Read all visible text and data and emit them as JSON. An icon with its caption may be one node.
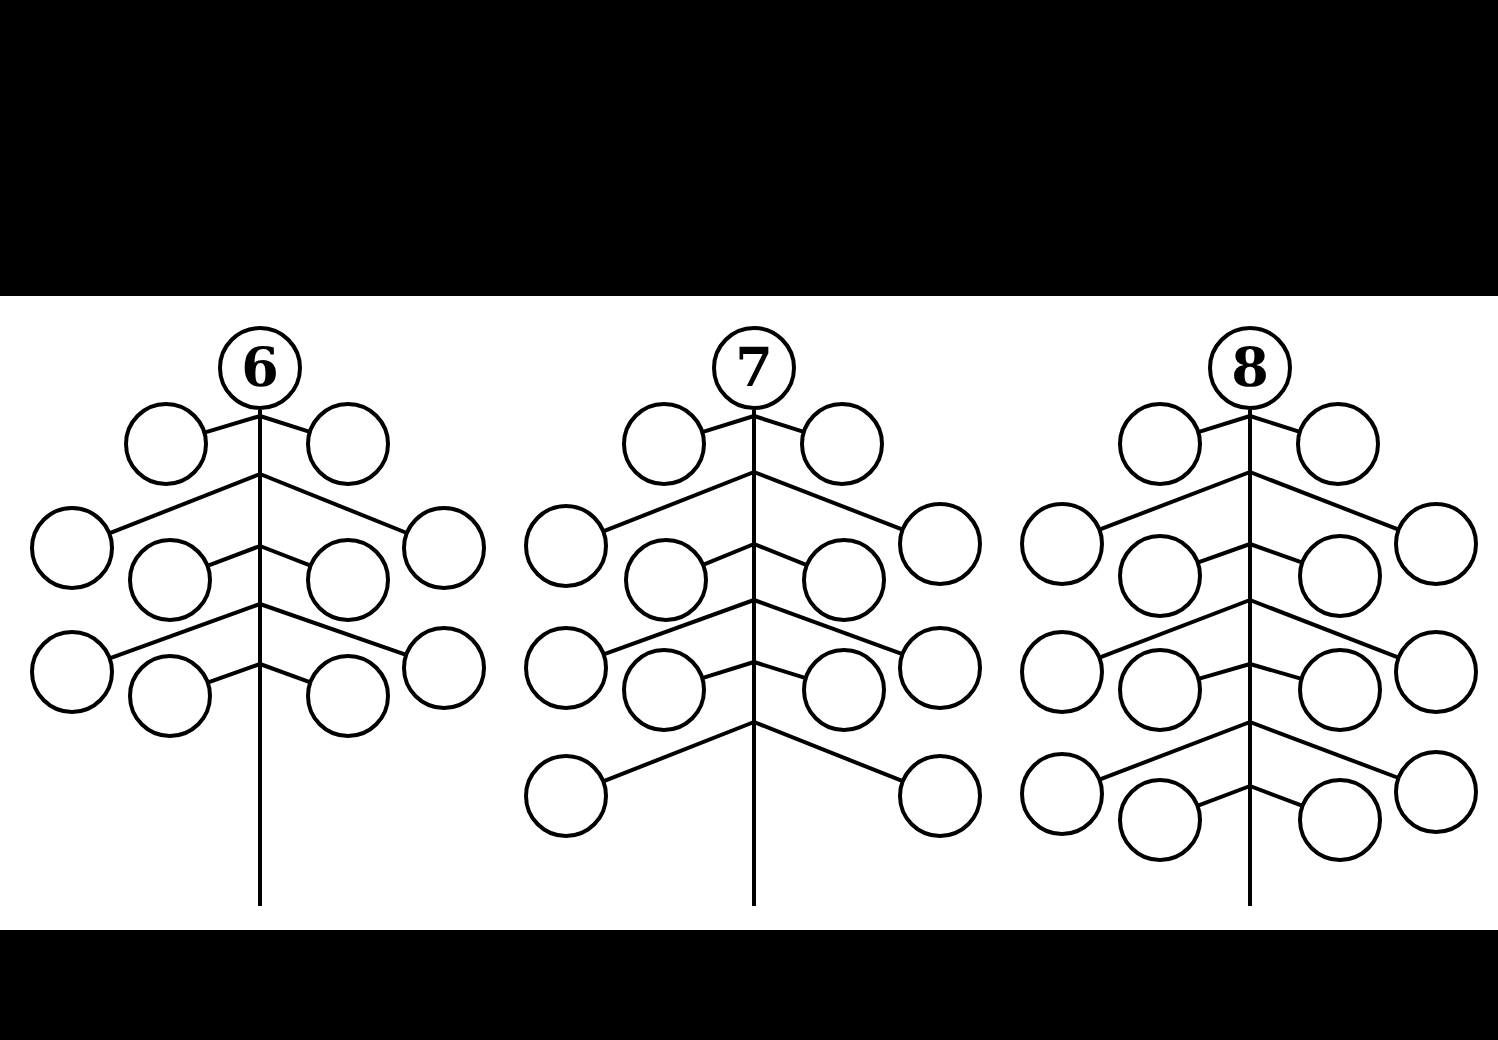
{
  "diagram": {
    "nodes": [
      {
        "text": [
          "6"
        ]
      },
      {
        "text": [],
        "shape": "line"
      },
      {
        "text": [],
        "shape": "circle"
      },
      {
        "text": [],
        "shape": "circle"
      },
      {
        "text": [],
        "shape": "circle"
      },
      {
        "text": [],
        "shape": "circle"
      },
      {
        "text": [],
        "shape": "circle"
      },
      {
        "text": [],
        "shape": "circle"
      },
      {
        "text": [],
        "shape": "circle"
      },
      {
        "text": [],
        "shape": "circle"
      },
      {
        "text": [],
        "shape": "circle"
      },
      {
        "text": [],
        "shape": "circle"
      },
      {
        "text": [
          "7"
        ]
      },
      {
        "text": [],
        "shape": "line"
      },
      {
        "text": [],
        "shape": "circle"
      },
      {
        "text": [],
        "shape": "circle"
      },
      {
        "text": [],
        "shape": "circle"
      },
      {
        "text": [],
        "shape": "circle"
      },
      {
        "text": [],
        "shape": "circle"
      },
      {
        "text": [],
        "shape": "circle"
      },
      {
        "text": [],
        "shape": "circle"
      },
      {
        "text": [],
        "shape": "circle"
      },
      {
        "text": [],
        "shape": "circle"
      },
      {
        "text": [],
        "shape": "circle"
      },
      {
        "text": [],
        "shape": "circle"
      },
      {
        "text": [],
        "shape": "circle"
      },
      {
        "text": [
          "8"
        ]
      },
      {
        "text": [],
        "shape": "line"
      },
      {
        "text": [],
        "shape": "circle"
      },
      {
        "text": [],
        "shape": "circle"
      },
      {
        "text": [],
        "shape": "circle"
      },
      {
        "text": [],
        "shape": "circle"
      },
      {
        "text": [],
        "shape": "circle"
      },
      {
        "text": [],
        "shape": "circle"
      },
      {
        "text": [],
        "shape": "circle"
      },
      {
        "text": [],
        "shape": "circle"
      },
      {
        "text": [],
        "shape": "circle"
      },
      {
        "text": [],
        "shape": "circle"
      },
      {
        "text": [],
        "shape": "circle"
      },
      {
        "text": [],
        "shape": "circle"
      },
      {
        "text": [],
        "shape": "circle"
      },
      {
        "text": [],
        "shape": "circle"
      }
    ],
    "edges": [
      {
        "from": 2,
        "to": 1,
        "arrow": "none"
      },
      {
        "from": 3,
        "to": 1,
        "arrow": "none"
      },
      {
        "from": 4,
        "to": 1,
        "arrow": "none"
      },
      {
        "from": 5,
        "to": 1,
        "arrow": "none"
      },
      {
        "from": 6,
        "to": 1,
        "arrow": "none"
      },
      {
        "from": 7,
        "to": 1,
        "arrow": "none"
      },
      {
        "from": 8,
        "to": 1,
        "arrow": "none"
      },
      {
        "from": 9,
        "to": 1,
        "arrow": "none"
      },
      {
        "from": 10,
        "to": 1,
        "arrow": "none"
      },
      {
        "from": 11,
        "to": 1,
        "arrow": "none"
      },
      {
        "from": 14,
        "to": 13,
        "arrow": "none"
      },
      {
        "from": 15,
        "to": 13,
        "arrow": "none"
      },
      {
        "from": 16,
        "to": 13,
        "arrow": "none"
      },
      {
        "from": 17,
        "to": 13,
        "arrow": "none"
      },
      {
        "from": 18,
        "to": 13,
        "arrow": "none"
      },
      {
        "from": 19,
        "to": 13,
        "arrow": "none"
      },
      {
        "from": 20,
        "to": 13,
        "arrow": "none"
      },
      {
        "from": 21,
        "to": 13,
        "arrow": "none"
      },
      {
        "from": 22,
        "to": 13,
        "arrow": "none"
      },
      {
        "from": 23,
        "to": 13,
        "arrow": "none"
      },
      {
        "from": 24,
        "to": 13,
        "arrow": "none"
      },
      {
        "from": 25,
        "to": 13,
        "arrow": "none"
      },
      {
        "from": 28,
        "to": 27,
        "arrow": "none"
      },
      {
        "from": 29,
        "to": 27,
        "arrow": "none"
      },
      {
        "from": 30,
        "to": 27,
        "arrow": "none"
      },
      {
        "from": 31,
        "to": 27,
        "arrow": "none"
      },
      {
        "from": 32,
        "to": 27,
        "arrow": "none"
      },
      {
        "from": 33,
        "to": 27,
        "arrow": "none"
      },
      {
        "from": 34,
        "to": 27,
        "arrow": "none"
      },
      {
        "from": 35,
        "to": 27,
        "arrow": "none"
      },
      {
        "from": 36,
        "to": 27,
        "arrow": "none"
      },
      {
        "from": 37,
        "to": 27,
        "arrow": "none"
      },
      {
        "from": 38,
        "to": 27,
        "arrow": "none"
      },
      {
        "from": 39,
        "to": 27,
        "arrow": "none"
      },
      {
        "from": 40,
        "to": 27,
        "arrow": "none"
      },
      {
        "from": 41,
        "to": 27,
        "arrow": "none"
      }
    ]
  }
}
